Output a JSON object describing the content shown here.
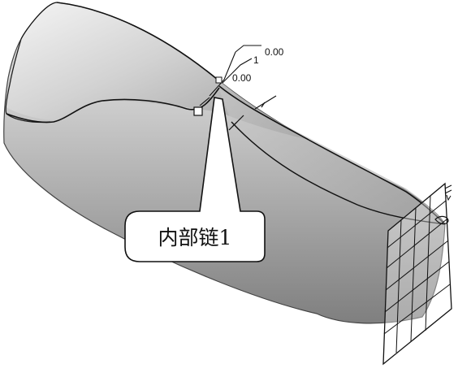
{
  "viewport": {
    "callout": {
      "label": "内部链1"
    },
    "dimensions": {
      "upper_value": "0.00",
      "index_label": "1",
      "lower_value": "0.00"
    },
    "colors": {
      "surface_light": "#e7e7e7",
      "surface_mid": "#b9b9b9",
      "surface_dark": "#7d7d7d",
      "edge": "#111111",
      "grid": "#111111",
      "background": "#ffffff"
    }
  }
}
